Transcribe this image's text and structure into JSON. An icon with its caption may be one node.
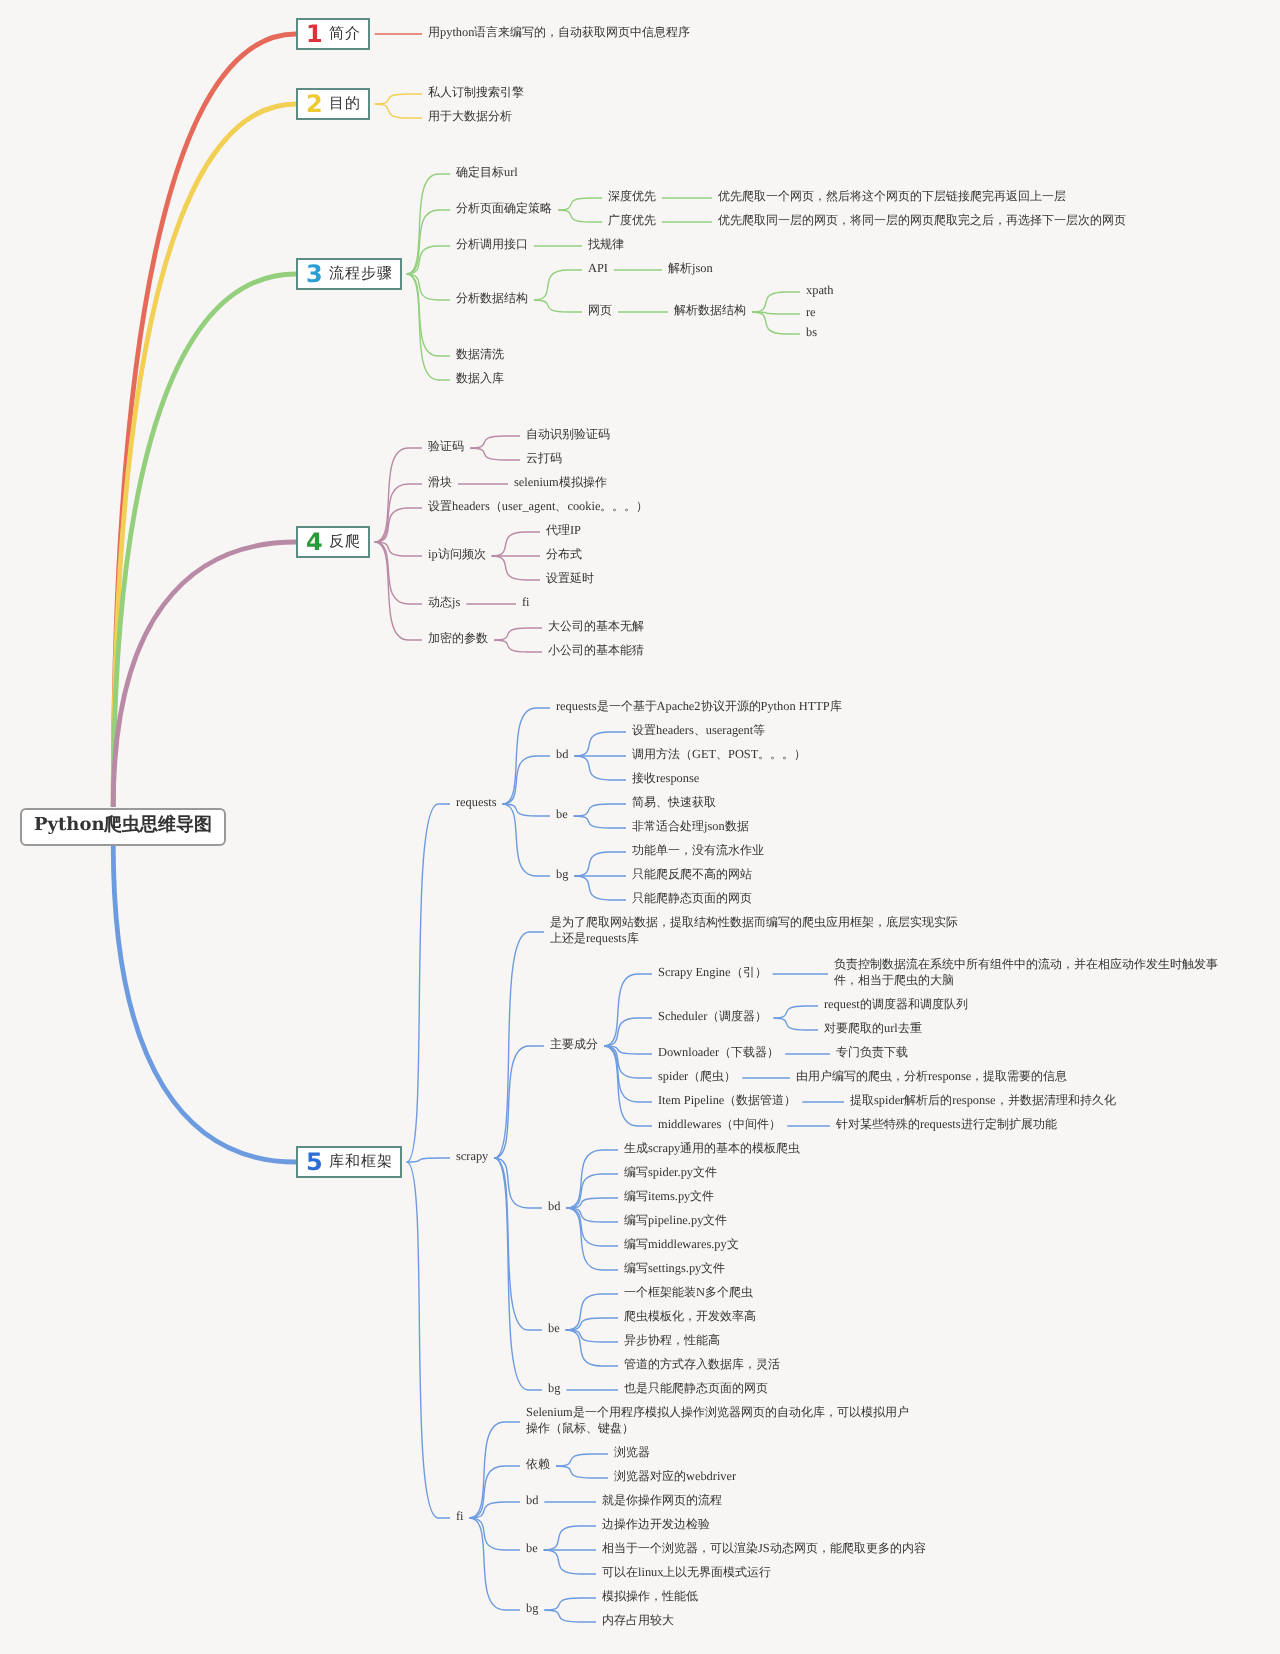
{
  "diagram": {
    "nodes": [
      {
        "text": [
          "Python爬虫思维导图"
        ]
      },
      {
        "text": [
          "1",
          "简介"
        ]
      },
      {
        "text": [
          "用python语言来编写的，自动获取网页中信息程序"
        ]
      },
      {
        "text": [
          "2",
          "目的"
        ]
      },
      {
        "text": [
          "私人订制搜索引擎"
        ]
      },
      {
        "text": [
          "用于大数据分析"
        ]
      },
      {
        "text": [
          "3",
          "流程步骤"
        ]
      },
      {
        "text": [
          "确定目标url"
        ]
      },
      {
        "text": [
          "分析页面确定策略"
        ]
      },
      {
        "text": [
          "深度优先"
        ]
      },
      {
        "text": [
          "优先爬取一个网页，然后将这个网页的下层链接爬完再返回上一层"
        ]
      },
      {
        "text": [
          "广度优先"
        ]
      },
      {
        "text": [
          "优先爬取同一层的网页，将同一层的网页爬取完之后，再选择下一层次的网页"
        ]
      },
      {
        "text": [
          "分析调用接口"
        ]
      },
      {
        "text": [
          "找规律"
        ]
      },
      {
        "text": [
          "分析数据结构"
        ]
      },
      {
        "text": [
          "API"
        ]
      },
      {
        "text": [
          "解析json"
        ]
      },
      {
        "text": [
          "网页"
        ]
      },
      {
        "text": [
          "解析数据结构"
        ]
      },
      {
        "text": [
          "xpath"
        ]
      },
      {
        "text": [
          "re"
        ]
      },
      {
        "text": [
          "bs"
        ]
      },
      {
        "text": [
          "数据清洗"
        ]
      },
      {
        "text": [
          "数据入库"
        ]
      },
      {
        "text": [
          "4",
          "反爬"
        ]
      },
      {
        "text": [
          "验证码"
        ]
      },
      {
        "text": [
          "自动识别验证码"
        ]
      },
      {
        "text": [
          "云打码"
        ]
      },
      {
        "text": [
          "滑块"
        ]
      },
      {
        "text": [
          "selenium模拟操作"
        ]
      },
      {
        "text": [
          "设置headers（user_agent、cookie。。。）"
        ]
      },
      {
        "text": [
          "ip访问频次"
        ]
      },
      {
        "text": [
          "代理IP"
        ]
      },
      {
        "text": [
          "分布式"
        ]
      },
      {
        "text": [
          "设置延时"
        ]
      },
      {
        "text": [
          "动态js"
        ]
      },
      {
        "text": [
          "fi"
        ]
      },
      {
        "text": [
          "加密的参数"
        ]
      },
      {
        "text": [
          "大公司的基本无解"
        ]
      },
      {
        "text": [
          "小公司的基本能猜"
        ]
      },
      {
        "text": [
          "5",
          "库和框架"
        ]
      },
      {
        "text": [
          "requests"
        ]
      },
      {
        "text": [
          "requests是一个基于Apache2协议开源的Python HTTP库"
        ]
      },
      {
        "text": [
          "bd"
        ]
      },
      {
        "text": [
          "设置headers、useragent等"
        ]
      },
      {
        "text": [
          "调用方法（GET、POST。。。）"
        ]
      },
      {
        "text": [
          "接收response"
        ]
      },
      {
        "text": [
          "be"
        ]
      },
      {
        "text": [
          "简易、快速获取"
        ]
      },
      {
        "text": [
          "非常适合处理json数据"
        ]
      },
      {
        "text": [
          "bg"
        ]
      },
      {
        "text": [
          "功能单一，没有流水作业"
        ]
      },
      {
        "text": [
          "只能爬反爬不高的网站"
        ]
      },
      {
        "text": [
          "只能爬静态页面的网页"
        ]
      },
      {
        "text": [
          "scrapy"
        ]
      },
      {
        "text": [
          "是为了爬取网站数据，提取结构性数据而编写的爬虫应用框架，底层实现实际上还是requests库"
        ]
      },
      {
        "text": [
          "主要成分"
        ]
      },
      {
        "text": [
          "Scrapy Engine（引）"
        ]
      },
      {
        "text": [
          "负责控制数据流在系统中所有组件中的流动，并在相应动作发生时触发事件，相当于爬虫的大脑"
        ]
      },
      {
        "text": [
          "Scheduler（调度器）"
        ]
      },
      {
        "text": [
          "request的调度器和调度队列"
        ]
      },
      {
        "text": [
          "对要爬取的url去重"
        ]
      },
      {
        "text": [
          "Downloader（下载器）"
        ]
      },
      {
        "text": [
          "专门负责下载"
        ]
      },
      {
        "text": [
          "spider（爬虫）"
        ]
      },
      {
        "text": [
          "由用户编写的爬虫，分析response，提取需要的信息"
        ]
      },
      {
        "text": [
          "Item Pipeline（数据管道）"
        ]
      },
      {
        "text": [
          "提取spider解析后的response，并数据清理和持久化"
        ]
      },
      {
        "text": [
          "middlewares（中间件）"
        ]
      },
      {
        "text": [
          "针对某些特殊的requests进行定制扩展功能"
        ]
      },
      {
        "text": [
          "bd"
        ]
      },
      {
        "text": [
          "生成scrapy通用的基本的模板爬虫"
        ]
      },
      {
        "text": [
          "编写spider.py文件"
        ]
      },
      {
        "text": [
          "编写items.py文件"
        ]
      },
      {
        "text": [
          "编写pipeline.py文件"
        ]
      },
      {
        "text": [
          "编写middlewares.py文"
        ]
      },
      {
        "text": [
          "编写settings.py文件"
        ]
      },
      {
        "text": [
          "be"
        ]
      },
      {
        "text": [
          "一个框架能装N多个爬虫"
        ]
      },
      {
        "text": [
          "爬虫模板化，开发效率高"
        ]
      },
      {
        "text": [
          "异步协程，性能高"
        ]
      },
      {
        "text": [
          "管道的方式存入数据库，灵活"
        ]
      },
      {
        "text": [
          "bg"
        ]
      },
      {
        "text": [
          "也是只能爬静态页面的网页"
        ]
      },
      {
        "text": [
          "fi"
        ]
      },
      {
        "text": [
          "Selenium是一个用程序模拟人操作浏览器网页的自动化库，可以模拟用户操作（鼠标、键盘）"
        ]
      },
      {
        "text": [
          "依赖"
        ]
      },
      {
        "text": [
          "浏览器"
        ]
      },
      {
        "text": [
          "浏览器对应的webdriver"
        ]
      },
      {
        "text": [
          "bd"
        ]
      },
      {
        "text": [
          "就是你操作网页的流程"
        ]
      },
      {
        "text": [
          "be"
        ]
      },
      {
        "text": [
          "边操作边开发边检验"
        ]
      },
      {
        "text": [
          "相当于一个浏览器，可以渲染JS动态网页，能爬取更多的内容"
        ]
      },
      {
        "text": [
          "可以在linux上以无界面模式运行"
        ]
      },
      {
        "text": [
          "bg"
        ]
      },
      {
        "text": [
          "模拟操作，性能低"
        ]
      },
      {
        "text": [
          "内存占用较大"
        ]
      }
    ],
    "edges": [
      {
        "from": 0,
        "to": 1,
        "arrow": "none",
        "style": "thick",
        "color": "#e66a5a"
      },
      {
        "from": 1,
        "to": 2,
        "arrow": "none",
        "color": "#e66a5a"
      },
      {
        "from": 0,
        "to": 3,
        "arrow": "none",
        "style": "thick",
        "color": "#f2cf55"
      },
      {
        "from": 3,
        "to": 4,
        "arrow": "none",
        "color": "#f2cf55"
      },
      {
        "from": 3,
        "to": 5,
        "arrow": "none",
        "color": "#f2cf55"
      },
      {
        "from": 0,
        "to": 6,
        "arrow": "none",
        "style": "thick",
        "color": "#93cf7c"
      },
      {
        "from": 6,
        "to": 7,
        "arrow": "none",
        "color": "#93cf7c"
      },
      {
        "from": 6,
        "to": 8,
        "arrow": "none",
        "color": "#93cf7c"
      },
      {
        "from": 8,
        "to": 9,
        "arrow": "none",
        "color": "#93cf7c"
      },
      {
        "from": 9,
        "to": 10,
        "arrow": "none",
        "color": "#93cf7c"
      },
      {
        "from": 8,
        "to": 11,
        "arrow": "none",
        "color": "#93cf7c"
      },
      {
        "from": 11,
        "to": 12,
        "arrow": "none",
        "color": "#93cf7c"
      },
      {
        "from": 6,
        "to": 13,
        "arrow": "none",
        "color": "#93cf7c"
      },
      {
        "from": 13,
        "to": 14,
        "arrow": "none",
        "color": "#93cf7c"
      },
      {
        "from": 6,
        "to": 15,
        "arrow": "none",
        "color": "#93cf7c"
      },
      {
        "from": 15,
        "to": 16,
        "arrow": "none",
        "color": "#93cf7c"
      },
      {
        "from": 16,
        "to": 17,
        "arrow": "none",
        "color": "#93cf7c"
      },
      {
        "from": 15,
        "to": 18,
        "arrow": "none",
        "color": "#93cf7c"
      },
      {
        "from": 18,
        "to": 19,
        "arrow": "none",
        "color": "#93cf7c"
      },
      {
        "from": 19,
        "to": 20,
        "arrow": "none",
        "color": "#93cf7c"
      },
      {
        "from": 19,
        "to": 21,
        "arrow": "none",
        "color": "#93cf7c"
      },
      {
        "from": 19,
        "to": 22,
        "arrow": "none",
        "color": "#93cf7c"
      },
      {
        "from": 6,
        "to": 23,
        "arrow": "none",
        "color": "#93cf7c"
      },
      {
        "from": 6,
        "to": 24,
        "arrow": "none",
        "color": "#93cf7c"
      },
      {
        "from": 0,
        "to": 25,
        "arrow": "none",
        "style": "thick",
        "color": "#b98aa6"
      },
      {
        "from": 25,
        "to": 26,
        "arrow": "none",
        "color": "#b98aa6"
      },
      {
        "from": 26,
        "to": 27,
        "arrow": "none",
        "color": "#b98aa6"
      },
      {
        "from": 26,
        "to": 28,
        "arrow": "none",
        "color": "#b98aa6"
      },
      {
        "from": 25,
        "to": 29,
        "arrow": "none",
        "color": "#b98aa6"
      },
      {
        "from": 29,
        "to": 30,
        "arrow": "none",
        "color": "#b98aa6"
      },
      {
        "from": 25,
        "to": 31,
        "arrow": "none",
        "color": "#b98aa6"
      },
      {
        "from": 25,
        "to": 32,
        "arrow": "none",
        "color": "#b98aa6"
      },
      {
        "from": 32,
        "to": 33,
        "arrow": "none",
        "color": "#b98aa6"
      },
      {
        "from": 32,
        "to": 34,
        "arrow": "none",
        "color": "#b98aa6"
      },
      {
        "from": 32,
        "to": 35,
        "arrow": "none",
        "color": "#b98aa6"
      },
      {
        "from": 25,
        "to": 36,
        "arrow": "none",
        "color": "#b98aa6"
      },
      {
        "from": 36,
        "to": 37,
        "arrow": "none",
        "color": "#b98aa6"
      },
      {
        "from": 25,
        "to": 38,
        "arrow": "none",
        "color": "#b98aa6"
      },
      {
        "from": 38,
        "to": 39,
        "arrow": "none",
        "color": "#b98aa6"
      },
      {
        "from": 38,
        "to": 40,
        "arrow": "none",
        "color": "#b98aa6"
      },
      {
        "from": 0,
        "to": 41,
        "arrow": "none",
        "style": "thick"
      },
      {
        "from": 41,
        "to": 42,
        "arrow": "none"
      },
      {
        "from": 42,
        "to": 43,
        "arrow": "none"
      },
      {
        "from": 42,
        "to": 44,
        "arrow": "none"
      },
      {
        "from": 44,
        "to": 45,
        "arrow": "none"
      },
      {
        "from": 44,
        "to": 46,
        "arrow": "none"
      },
      {
        "from": 44,
        "to": 47,
        "arrow": "none"
      },
      {
        "from": 42,
        "to": 48,
        "arrow": "none"
      },
      {
        "from": 48,
        "to": 49,
        "arrow": "none"
      },
      {
        "from": 48,
        "to": 50,
        "arrow": "none"
      },
      {
        "from": 42,
        "to": 51,
        "arrow": "none"
      },
      {
        "from": 51,
        "to": 52,
        "arrow": "none"
      },
      {
        "from": 51,
        "to": 53,
        "arrow": "none"
      },
      {
        "from": 51,
        "to": 54,
        "arrow": "none"
      },
      {
        "from": 41,
        "to": 55,
        "arrow": "none"
      },
      {
        "from": 55,
        "to": 56,
        "arrow": "none"
      },
      {
        "from": 55,
        "to": 57,
        "arrow": "none"
      },
      {
        "from": 57,
        "to": 58,
        "arrow": "none"
      },
      {
        "from": 58,
        "to": 59,
        "arrow": "none"
      },
      {
        "from": 57,
        "to": 60,
        "arrow": "none"
      },
      {
        "from": 60,
        "to": 61,
        "arrow": "none"
      },
      {
        "from": 60,
        "to": 62,
        "arrow": "none"
      },
      {
        "from": 57,
        "to": 63,
        "arrow": "none"
      },
      {
        "from": 63,
        "to": 64,
        "arrow": "none"
      },
      {
        "from": 57,
        "to": 65,
        "arrow": "none"
      },
      {
        "from": 65,
        "to": 66,
        "arrow": "none"
      },
      {
        "from": 57,
        "to": 67,
        "arrow": "none"
      },
      {
        "from": 67,
        "to": 68,
        "arrow": "none"
      },
      {
        "from": 57,
        "to": 69,
        "arrow": "none"
      },
      {
        "from": 69,
        "to": 70,
        "arrow": "none"
      },
      {
        "from": 55,
        "to": 71,
        "arrow": "none"
      },
      {
        "from": 71,
        "to": 72,
        "arrow": "none"
      },
      {
        "from": 71,
        "to": 73,
        "arrow": "none"
      },
      {
        "from": 71,
        "to": 74,
        "arrow": "none"
      },
      {
        "from": 71,
        "to": 75,
        "arrow": "none"
      },
      {
        "from": 71,
        "to": 76,
        "arrow": "none"
      },
      {
        "from": 71,
        "to": 77,
        "arrow": "none"
      },
      {
        "from": 55,
        "to": 78,
        "arrow": "none"
      },
      {
        "from": 78,
        "to": 79,
        "arrow": "none"
      },
      {
        "from": 78,
        "to": 80,
        "arrow": "none"
      },
      {
        "from": 78,
        "to": 81,
        "arrow": "none"
      },
      {
        "from": 78,
        "to": 82,
        "arrow": "none"
      },
      {
        "from": 55,
        "to": 83,
        "arrow": "none"
      },
      {
        "from": 83,
        "to": 84,
        "arrow": "none"
      },
      {
        "from": 41,
        "to": 85,
        "arrow": "none"
      },
      {
        "from": 85,
        "to": 86,
        "arrow": "none"
      },
      {
        "from": 85,
        "to": 87,
        "arrow": "none"
      },
      {
        "from": 87,
        "to": 88,
        "arrow": "none"
      },
      {
        "from": 87,
        "to": 89,
        "arrow": "none"
      },
      {
        "from": 85,
        "to": 90,
        "arrow": "none"
      },
      {
        "from": 90,
        "to": 91,
        "arrow": "none"
      },
      {
        "from": 85,
        "to": 92,
        "arrow": "none"
      },
      {
        "from": 92,
        "to": 93,
        "arrow": "none"
      },
      {
        "from": 92,
        "to": 94,
        "arrow": "none"
      },
      {
        "from": 92,
        "to": 95,
        "arrow": "none"
      },
      {
        "from": 85,
        "to": 96,
        "arrow": "none"
      },
      {
        "from": 96,
        "to": 97,
        "arrow": "none"
      },
      {
        "from": 96,
        "to": 98,
        "arrow": "none"
      }
    ]
  }
}
